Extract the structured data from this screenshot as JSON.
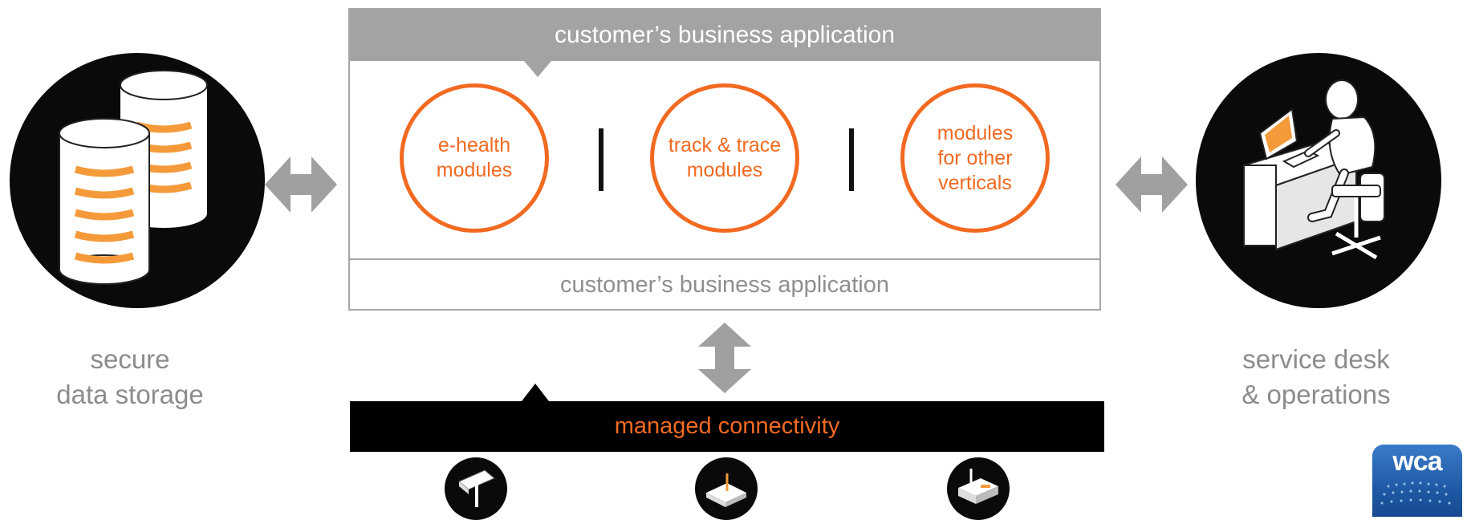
{
  "app_box": {
    "header_label": "customer’s business application",
    "footer_label": "customer’s business application"
  },
  "modules": [
    {
      "label": "e-health\nmodules"
    },
    {
      "label": "track & trace\nmodules"
    },
    {
      "label": "modules\nfor other\nverticals"
    }
  ],
  "connectivity": {
    "label": "managed connectivity"
  },
  "left": {
    "label_line1": "secure",
    "label_line2": "data storage"
  },
  "right": {
    "label_line1": "service desk",
    "label_line2": "& operations"
  },
  "logo": {
    "text": "wca"
  },
  "colors": {
    "accent": "#f26a21",
    "header_gray": "#a3a3a3",
    "text_gray": "#8c8c8c",
    "arrow_gray": "#a0a0a0",
    "black": "#000000"
  },
  "icons": {
    "left": "database-icon",
    "right": "service-desk-operator-icon",
    "devices": [
      "camera-sensor-icon",
      "router-device-icon",
      "gateway-device-icon"
    ],
    "arrows": [
      "double-arrow-horizontal-icon",
      "double-arrow-vertical-icon"
    ]
  }
}
